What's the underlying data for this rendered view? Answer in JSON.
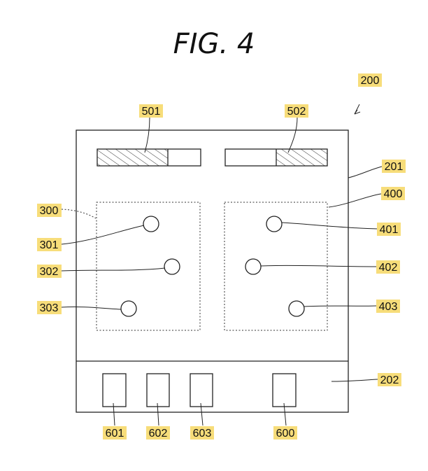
{
  "figure": {
    "title": "FIG. 4",
    "labels": {
      "device": "200",
      "upper_panel": "201",
      "lower_panel": "202",
      "left_group": "300",
      "left_dot_1": "301",
      "left_dot_2": "302",
      "left_dot_3": "303",
      "right_group": "400",
      "right_dot_1": "401",
      "right_dot_2": "402",
      "right_dot_3": "403",
      "left_bar": "501",
      "right_bar": "502",
      "button_main": "600",
      "button_1": "601",
      "button_2": "602",
      "button_3": "603"
    }
  }
}
